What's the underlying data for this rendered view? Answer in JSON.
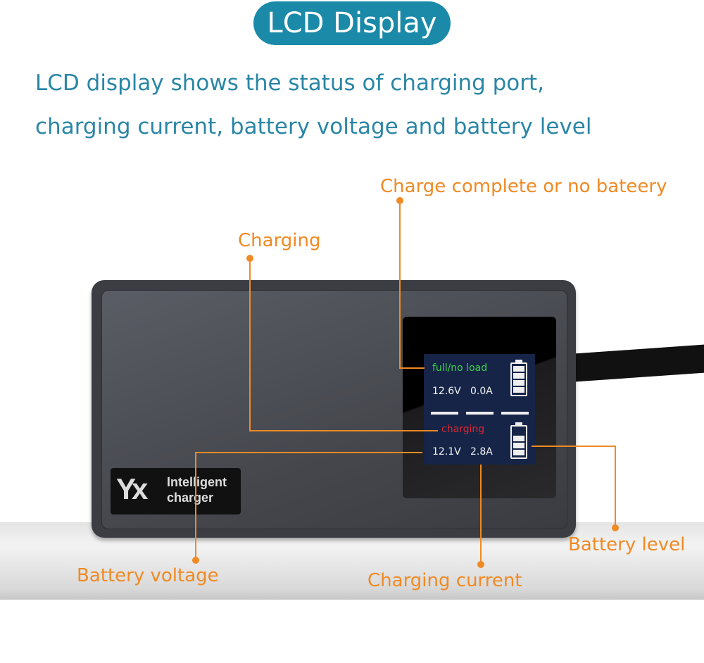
{
  "title": "LCD Display",
  "subtitle": [
    "LCD display shows the status of charging port,",
    "charging current, battery voltage and battery level"
  ],
  "labels": {
    "complete": "Charge complete or no bateery",
    "charging": "Charging",
    "voltage": "Battery voltage",
    "current": "Charging current",
    "level": "Battery level"
  },
  "screen": {
    "top_status": "full/no  load",
    "top_voltage": "12.6V",
    "top_current": "0.0A",
    "bottom_status": "charging",
    "bottom_voltage": "12.1V",
    "bottom_current": "2.8A",
    "top_battery_bars": 4,
    "bottom_battery_bars": 3
  },
  "logo": {
    "mark": "Yx",
    "line1": "Intelligent",
    "line2": "charger"
  },
  "colors": {
    "accent": "#1a8aa8",
    "callout": "#f08a24",
    "full": "#3ed24a",
    "charging": "#e0262e"
  }
}
